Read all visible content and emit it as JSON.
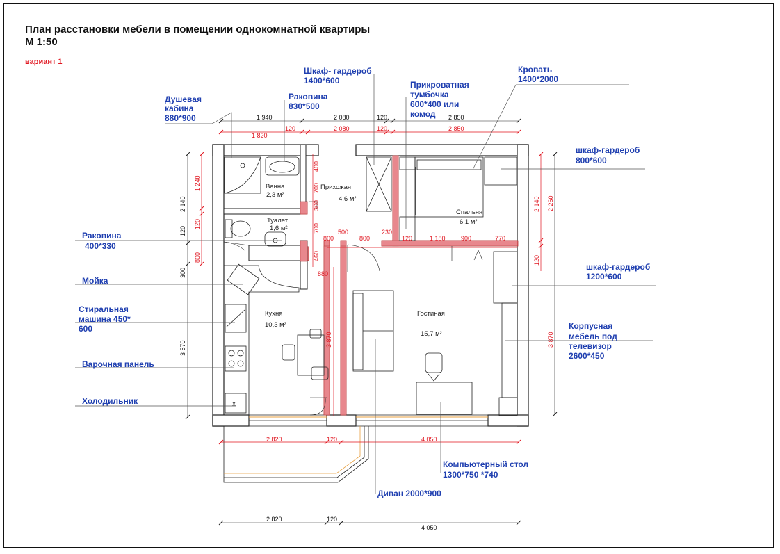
{
  "title": {
    "line1": "План расстановки мебели в  помещении однокомнатной квартиры",
    "line2": "М 1:50",
    "variant": "вариант 1"
  },
  "callouts": {
    "shower": [
      "Душевая",
      "кабина",
      "880*900"
    ],
    "sink_bath": [
      "Раковина",
      "830*500"
    ],
    "wardrobe_hall": [
      "Шкаф- гардероб",
      "1400*600"
    ],
    "nightstand": [
      "Прикроватная",
      "тумбочка",
      "600*400 или",
      "комод"
    ],
    "bed": [
      "Кровать",
      "1400*2000"
    ],
    "wardrobe_bed": [
      "шкаф-гардероб",
      "800*600"
    ],
    "sink_wc": [
      "Раковина",
      "400*330"
    ],
    "kitchen_sink": [
      "Мойка"
    ],
    "washer": [
      "Стиральная",
      "машина 450*",
      "600"
    ],
    "hob": [
      "Варочная панель"
    ],
    "fridge": [
      "Холодильник"
    ],
    "wardrobe_living": [
      "шкаф-гардероб",
      "1200*600"
    ],
    "tv_unit": [
      "Корпусная",
      "мебель под",
      "телевизор",
      "2600*450"
    ],
    "desk": [
      "Компьютерный стол",
      "1300*750 *740"
    ],
    "sofa": [
      "Диван 2000*900"
    ]
  },
  "rooms": {
    "bath": [
      "Ванна",
      "2,3 м²"
    ],
    "hall": [
      "Прихожая",
      "4,6 м²"
    ],
    "wc": [
      "Туалет",
      "1,6 м²"
    ],
    "bedroom": [
      "Спальня",
      "6,1 м²"
    ],
    "kitchen": [
      "Кухня",
      "10,3 м²"
    ],
    "living": [
      "Гостиная",
      "15,7 м²"
    ]
  },
  "dims": {
    "top_black": [
      "1 940",
      "2 080",
      "120",
      "2 850"
    ],
    "top_red": [
      "1 820",
      "120",
      "2 080",
      "120",
      "2 850"
    ],
    "left_black": [
      "2 140",
      "120",
      "300",
      "3 570"
    ],
    "left_red": [
      "1 240",
      "120",
      "800"
    ],
    "interior_red": [
      "400",
      "700",
      "300",
      "700",
      "460",
      "800",
      "500",
      "800",
      "230",
      "120",
      "1 180",
      "900",
      "770",
      "880",
      "3 870"
    ],
    "right_red": [
      "2 140",
      "120",
      "3 870"
    ],
    "right_black": [
      "2 260"
    ],
    "bottom_red": [
      "2 820",
      "120",
      "4 050"
    ],
    "bottom_black": [
      "2 820",
      "120",
      "4 050"
    ]
  }
}
